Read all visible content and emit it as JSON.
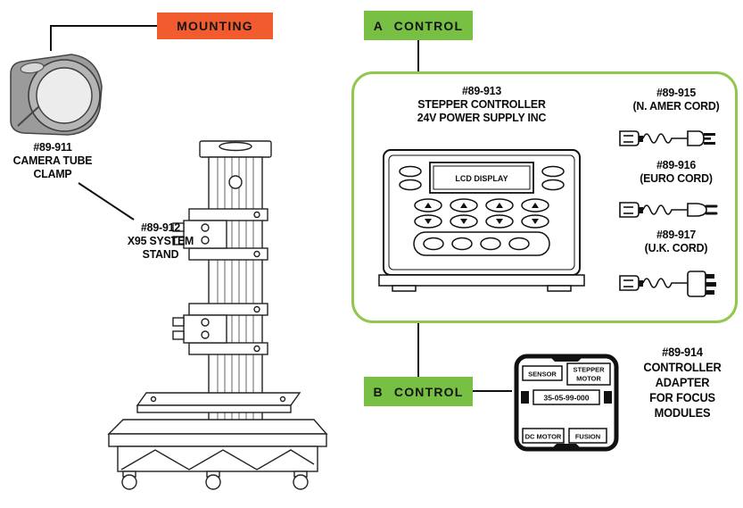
{
  "colors": {
    "orange": "#F15B2E",
    "green": "#77C043",
    "box_border": "#90C74C"
  },
  "badges": {
    "mounting": "MOUNTING",
    "control_a": "A CONTROL",
    "control_b": "B CONTROL"
  },
  "camera_tube_clamp": {
    "part_number": "#89-911",
    "line1": "CAMERA TUBE",
    "line2": "CLAMP"
  },
  "system_stand": {
    "part_number": "#89-912",
    "line1": "X95 SYSTEM",
    "line2": "STAND"
  },
  "stepper_controller": {
    "part_number": "#89-913",
    "line1": "STEPPER CONTROLLER",
    "line2": "24V POWER SUPPLY INC",
    "display_label": "LCD DISPLAY"
  },
  "cords": [
    {
      "part_number": "#89-915",
      "name": "(N. AMER CORD)"
    },
    {
      "part_number": "#89-916",
      "name": "(EURO CORD)"
    },
    {
      "part_number": "#89-917",
      "name": "(U.K. CORD)"
    }
  ],
  "controller_adapter": {
    "part_number": "#89-914",
    "line1": "CONTROLLER",
    "line2": "ADAPTER",
    "line3": "FOR FOCUS",
    "line4": "MODULES",
    "ports": {
      "sensor": "SENSOR",
      "stepper_line1": "STEPPER",
      "stepper_line2": "MOTOR",
      "code": "35-05-99-000",
      "dc_motor": "DC MOTOR",
      "fusion": "FUSION"
    }
  }
}
